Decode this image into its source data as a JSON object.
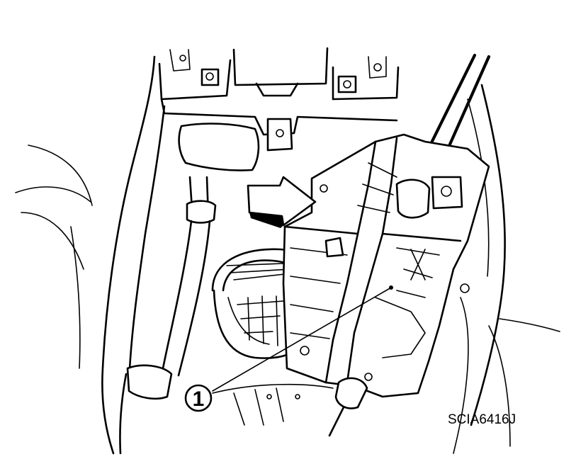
{
  "figure": {
    "callouts": [
      {
        "id": "1",
        "label": "1"
      }
    ],
    "reference_code": "SCIA6416J"
  }
}
